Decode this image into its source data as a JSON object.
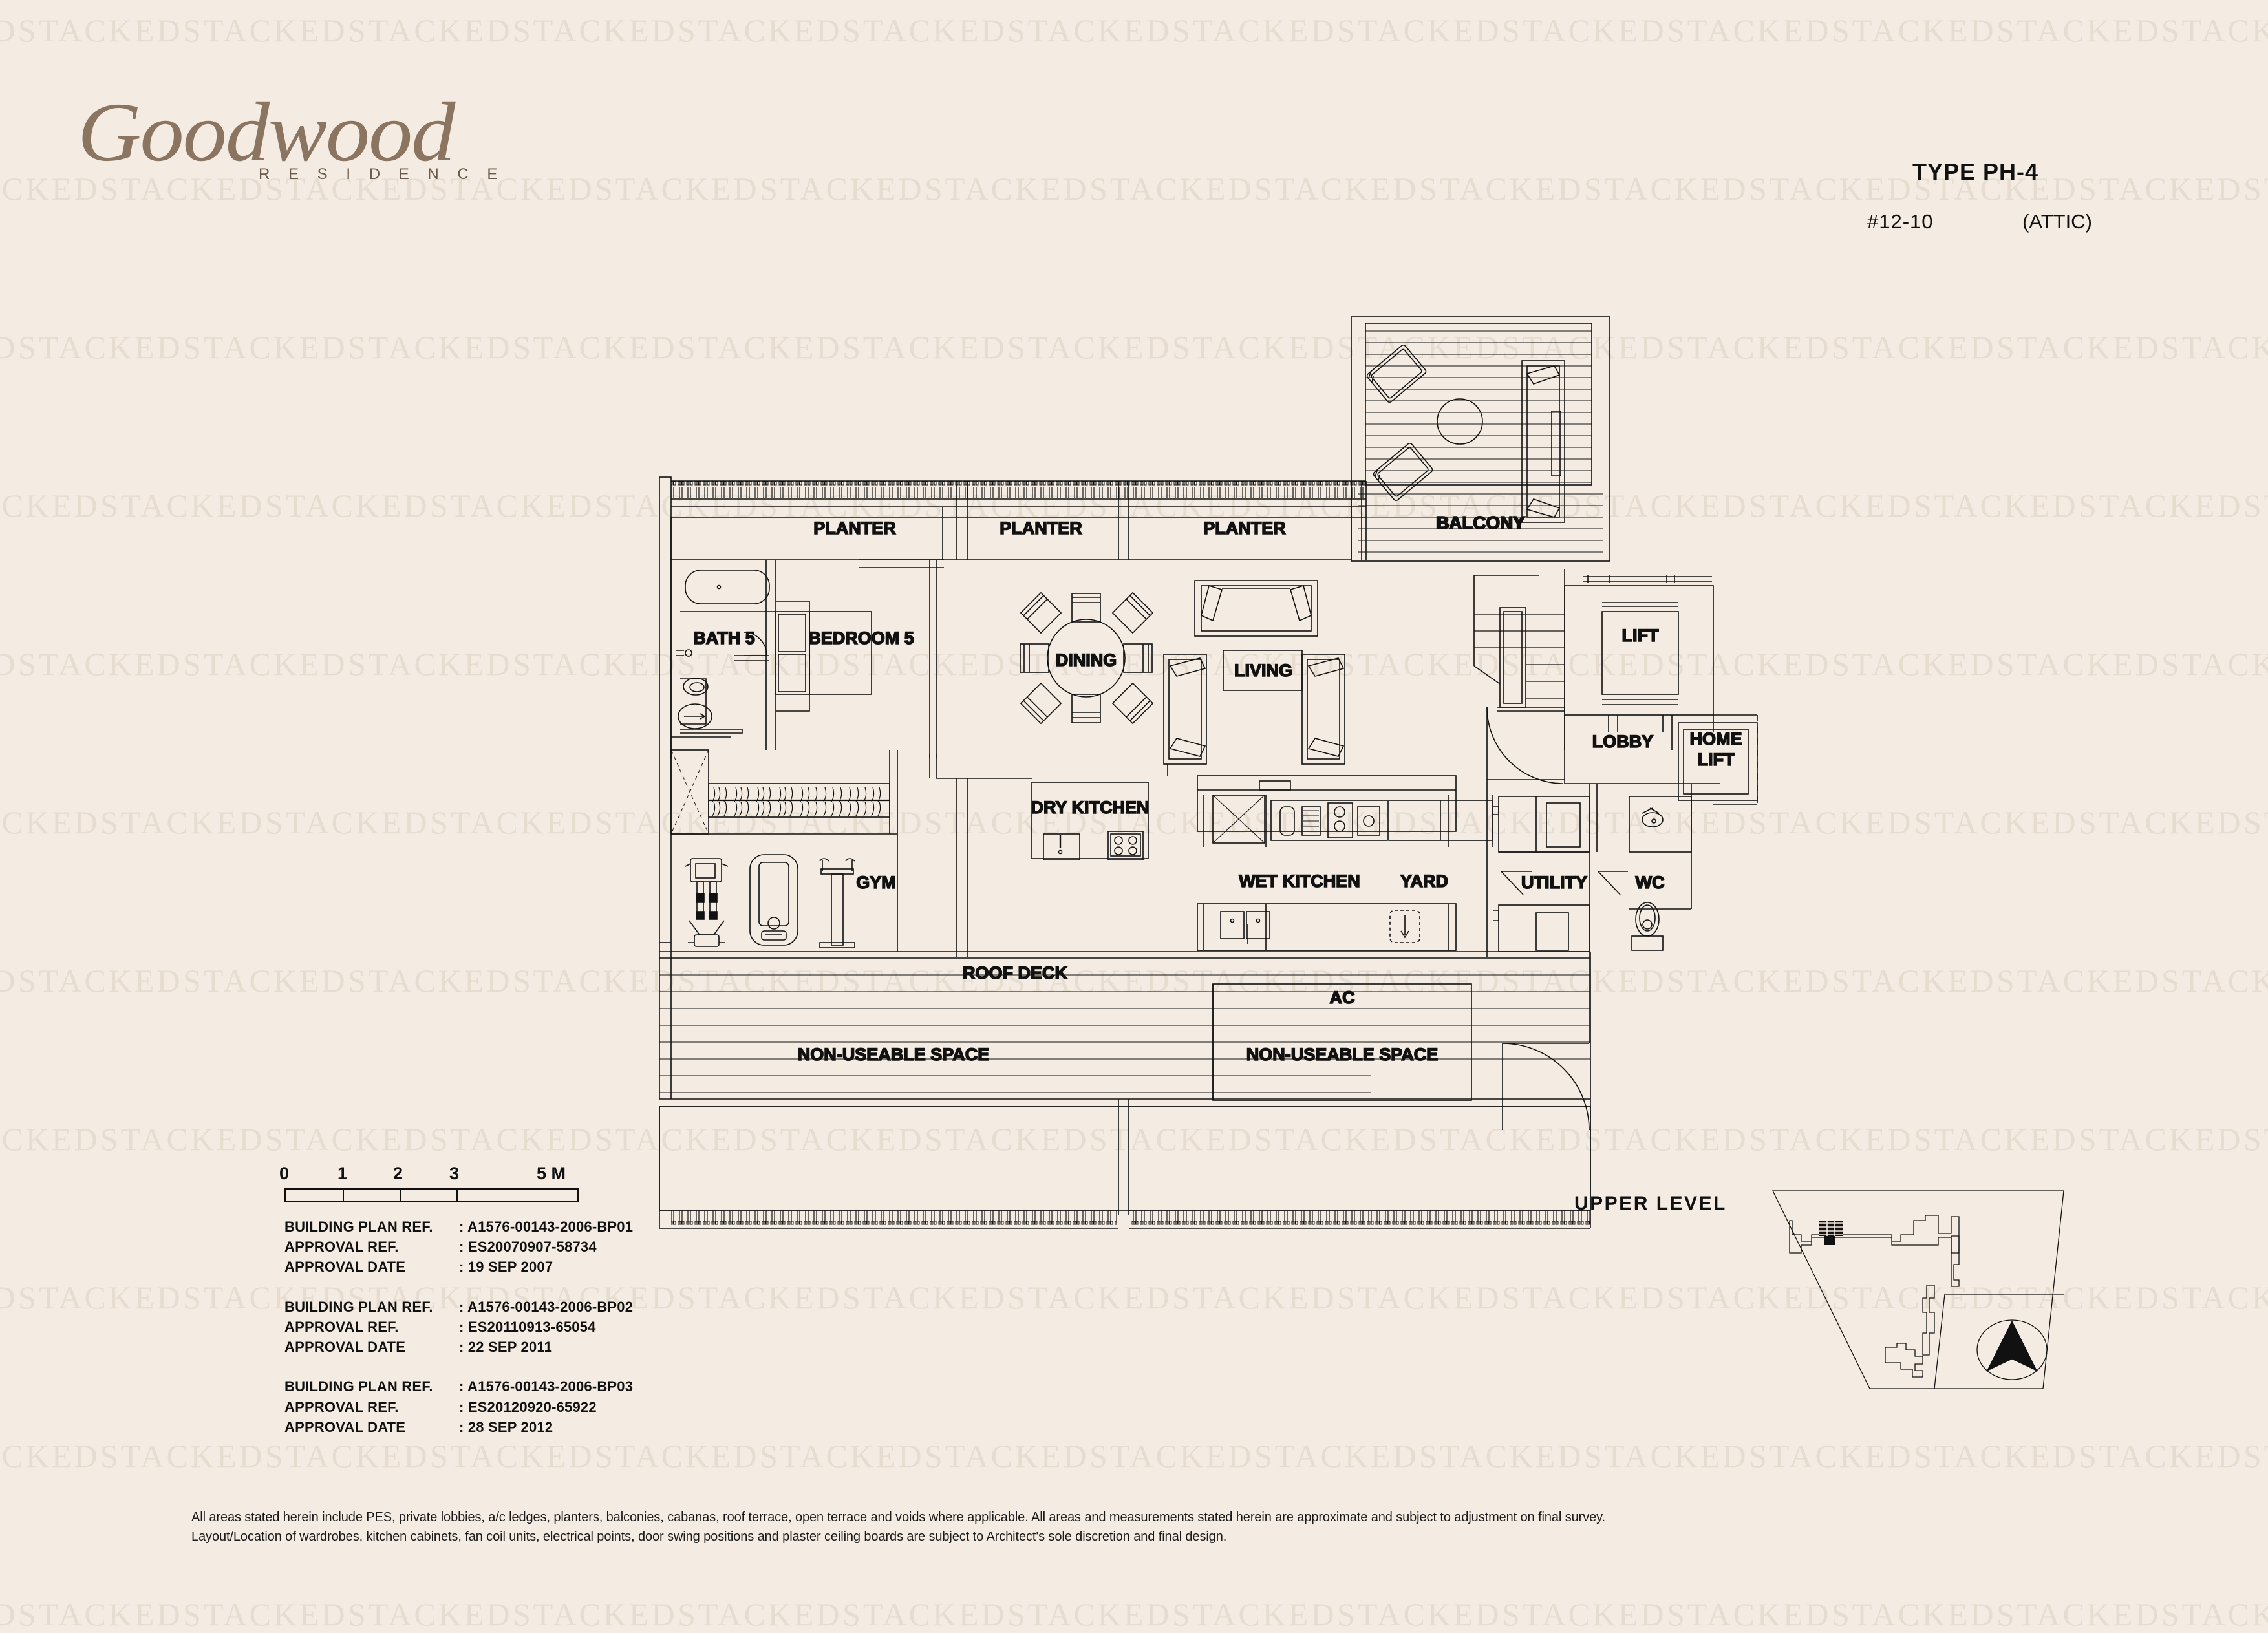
{
  "brand": {
    "name": "Goodwood",
    "subtitle": "R E S I D E N C E"
  },
  "header": {
    "type_title": "TYPE PH-4",
    "unit_number": "#12-10",
    "level_label": "(ATTIC)"
  },
  "watermark": {
    "text": "STACKED"
  },
  "plan": {
    "rooms": [
      {
        "key": "planter_1",
        "label": "PLANTER"
      },
      {
        "key": "planter_2",
        "label": "PLANTER"
      },
      {
        "key": "planter_3",
        "label": "PLANTER"
      },
      {
        "key": "balcony",
        "label": "BALCONY"
      },
      {
        "key": "bath_5",
        "label": "BATH 5"
      },
      {
        "key": "bedroom_5",
        "label": "BEDROOM 5"
      },
      {
        "key": "dining",
        "label": "DINING"
      },
      {
        "key": "living",
        "label": "LIVING"
      },
      {
        "key": "lift",
        "label": "LIFT"
      },
      {
        "key": "lobby",
        "label": "LOBBY"
      },
      {
        "key": "home_lift",
        "label": "HOME\nLIFT"
      },
      {
        "key": "home_lift_1",
        "label": "HOME"
      },
      {
        "key": "home_lift_2",
        "label": "LIFT"
      },
      {
        "key": "dry_kitchen",
        "label": "DRY KITCHEN"
      },
      {
        "key": "wet_kitchen",
        "label": "WET KITCHEN"
      },
      {
        "key": "yard",
        "label": "YARD"
      },
      {
        "key": "utility",
        "label": "UTILITY"
      },
      {
        "key": "wc",
        "label": "WC"
      },
      {
        "key": "gym",
        "label": "GYM"
      },
      {
        "key": "roof_deck",
        "label": "ROOF DECK"
      },
      {
        "key": "ac",
        "label": "AC"
      },
      {
        "key": "nus_left",
        "label": "NON-USEABLE SPACE"
      },
      {
        "key": "nus_right",
        "label": "NON-USEABLE SPACE"
      }
    ]
  },
  "scale": {
    "ticks": [
      "0",
      "1",
      "2",
      "3",
      "5 M"
    ],
    "unit": "M"
  },
  "references": [
    {
      "plan_ref_key": "BUILDING PLAN REF.",
      "plan_ref_value": ": A1576-00143-2006-BP01",
      "approval_ref_key": "APPROVAL REF.",
      "approval_ref_value": ": ES20070907-58734",
      "approval_date_key": "APPROVAL DATE",
      "approval_date_value": ": 19 SEP 2007"
    },
    {
      "plan_ref_key": "BUILDING PLAN REF.",
      "plan_ref_value": ": A1576-00143-2006-BP02",
      "approval_ref_key": "APPROVAL REF.",
      "approval_ref_value": ": ES20110913-65054",
      "approval_date_key": "APPROVAL DATE",
      "approval_date_value": ": 22 SEP 2011"
    },
    {
      "plan_ref_key": "BUILDING PLAN REF.",
      "plan_ref_value": ": A1576-00143-2006-BP03",
      "approval_ref_key": "APPROVAL REF.",
      "approval_ref_value": ": ES20120920-65922",
      "approval_date_key": "APPROVAL DATE",
      "approval_date_value": ": 28 SEP 2012"
    }
  ],
  "key_plan": {
    "title": "UPPER  LEVEL"
  },
  "footer": {
    "line1": "All areas stated herein include PES, private lobbies, a/c ledges, planters, balconies, cabanas, roof terrace, open terrace and voids where applicable. All areas and measurements stated herein are approximate and subject to adjustment on final survey.",
    "line2": "Layout/Location of wardrobes, kitchen cabinets, fan coil units, electrical points, door swing positions and plaster ceiling boards are subject to Architect's sole discretion and final design."
  },
  "colors": {
    "background": "#f4ece2",
    "ink": "#111111",
    "logo": "#8b7560",
    "watermark": "#e6dcd0"
  }
}
